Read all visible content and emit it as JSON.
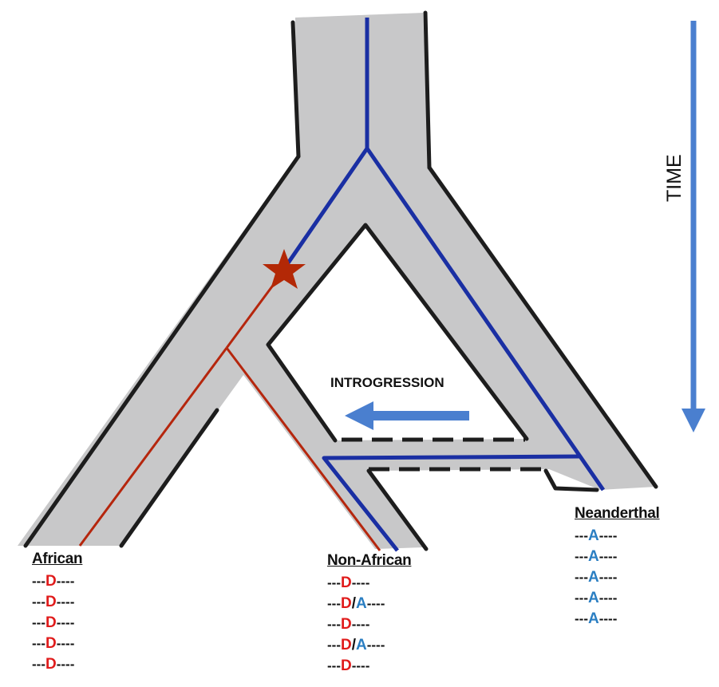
{
  "diagram": {
    "time_label": "TIME",
    "introgression_label": "INTROGRESSION",
    "colors": {
      "branch_fill": "#c8c8c9",
      "branch_outline": "#1d1d1d",
      "derived_lineage": "#b5260d",
      "ancestral_lineage": "#1a2fa3",
      "arrow": "#4a7fcf",
      "mutation_star": "#b32806",
      "derived_allele": "#e01b1b",
      "ancestral_allele": "#2a7ec2"
    },
    "mutation_marker": "star-icon"
  },
  "populations": [
    {
      "name": "African",
      "sequences": [
        {
          "pre": "---",
          "alleles": [
            "D"
          ],
          "post": "----"
        },
        {
          "pre": "---",
          "alleles": [
            "D"
          ],
          "post": "----"
        },
        {
          "pre": "---",
          "alleles": [
            "D"
          ],
          "post": "----"
        },
        {
          "pre": "---",
          "alleles": [
            "D"
          ],
          "post": "----"
        },
        {
          "pre": "---",
          "alleles": [
            "D"
          ],
          "post": "----"
        }
      ]
    },
    {
      "name": "Non-African",
      "sequences": [
        {
          "pre": "---",
          "alleles": [
            "D"
          ],
          "post": "----"
        },
        {
          "pre": "---",
          "alleles": [
            "D",
            "A"
          ],
          "post": "----"
        },
        {
          "pre": "---",
          "alleles": [
            "D"
          ],
          "post": "----"
        },
        {
          "pre": "---",
          "alleles": [
            "D",
            "A"
          ],
          "post": "----"
        },
        {
          "pre": "---",
          "alleles": [
            "D"
          ],
          "post": "----"
        }
      ]
    },
    {
      "name": "Neanderthal",
      "sequences": [
        {
          "pre": "---",
          "alleles": [
            "A"
          ],
          "post": "----"
        },
        {
          "pre": "---",
          "alleles": [
            "A"
          ],
          "post": "----"
        },
        {
          "pre": "---",
          "alleles": [
            "A"
          ],
          "post": "----"
        },
        {
          "pre": "---",
          "alleles": [
            "A"
          ],
          "post": "----"
        },
        {
          "pre": "---",
          "alleles": [
            "A"
          ],
          "post": "----"
        }
      ]
    }
  ]
}
